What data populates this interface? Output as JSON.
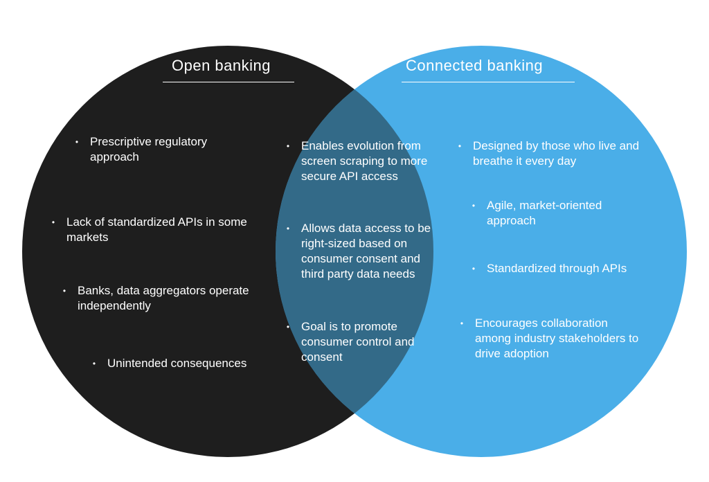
{
  "colors": {
    "left_circle": "#1e1e1e",
    "right_circle": "#4aaee8",
    "overlap": "#336a88",
    "text": "#ffffff"
  },
  "left": {
    "title": "Open banking",
    "items": [
      "Prescriptive regulatory approach",
      "Lack of standardized APIs in some markets",
      "Banks, data aggregators operate independently",
      "Unintended consequences"
    ]
  },
  "middle": {
    "items": [
      "Enables evolution from screen scraping to more secure API access",
      "Allows data access to be right-sized based on consumer consent and third party data needs",
      "Goal is to promote consumer control and consent"
    ]
  },
  "right": {
    "title": "Connected banking",
    "items": [
      "Designed by those who live and breathe it every day",
      "Agile, market-oriented approach",
      "Standardized through APIs",
      "Encourages collaboration among industry stakeholders to drive adoption"
    ]
  },
  "bullet_glyph": "•"
}
